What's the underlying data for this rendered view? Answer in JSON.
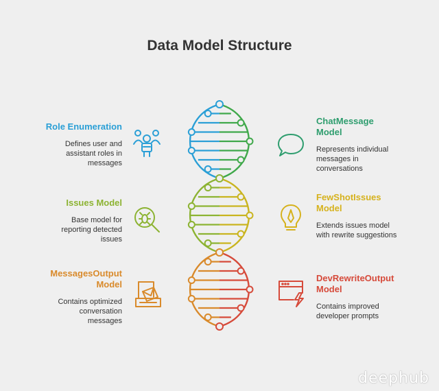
{
  "title": "Data Model Structure",
  "items": [
    {
      "heading": "Role Enumeration",
      "desc": "Defines user and assistant roles in messages",
      "color": "#2a9fd6",
      "icon": "people-icon"
    },
    {
      "heading": "ChatMessage Model",
      "desc": "Represents individual messages in conversations",
      "color": "#2e9d6e",
      "icon": "speech-bubble-icon"
    },
    {
      "heading": "Issues Model",
      "desc": "Base model for reporting detected issues",
      "color": "#8cb332",
      "icon": "magnifier-bug-icon"
    },
    {
      "heading": "FewShotIssues Model",
      "desc": "Extends issues model with rewrite suggestions",
      "color": "#d6b21d",
      "icon": "lightbulb-pen-icon"
    },
    {
      "heading": "MessagesOutput Model",
      "desc": "Contains optimized conversation messages",
      "color": "#d98a2b",
      "icon": "mailbox-icon"
    },
    {
      "heading": "DevRewriteOutput Model",
      "desc": "Contains improved developer prompts",
      "color": "#d64a3a",
      "icon": "browser-lightning-icon"
    }
  ],
  "helix_colors": [
    "#2a9fd6",
    "#3fa84a",
    "#8cb332",
    "#c9b41e",
    "#d98a2b",
    "#d64a3a"
  ],
  "watermark": "deephub"
}
